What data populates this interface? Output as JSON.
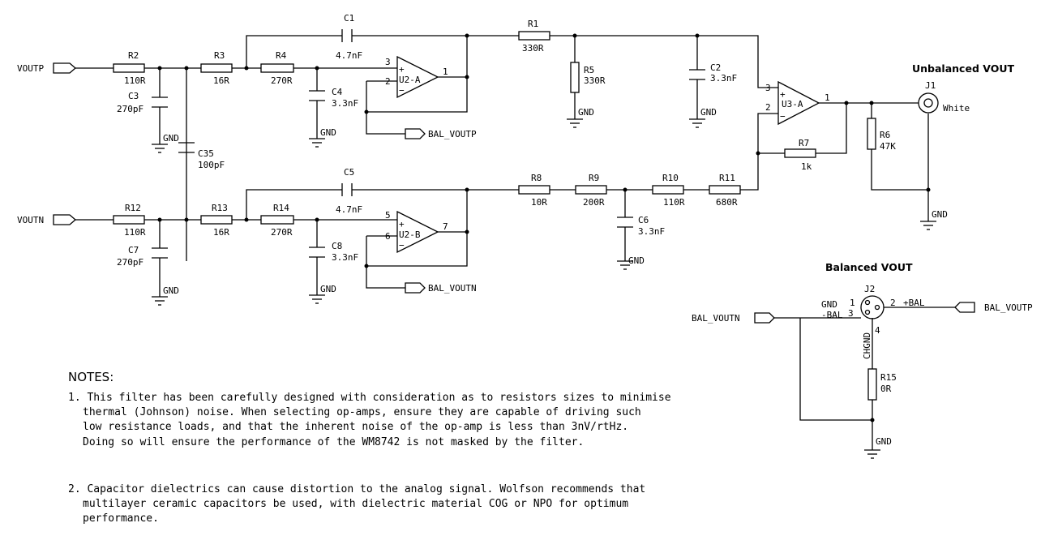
{
  "labels": {
    "voutp": "VOUTP",
    "voutn": "VOUTN",
    "bal_voutp": "BAL_VOUTP",
    "bal_voutn": "BAL_VOUTN",
    "gnd": "GND",
    "unbalanced_title": "Unbalanced VOUT",
    "balanced_title": "Balanced VOUT",
    "white": "White",
    "plus_bal": "+BAL",
    "minus_bal": "-BAL",
    "chgnd": "CHGND"
  },
  "components": {
    "R1": {
      "ref": "R1",
      "value": "330R"
    },
    "R2": {
      "ref": "R2",
      "value": "110R"
    },
    "R3": {
      "ref": "R3",
      "value": "16R"
    },
    "R4": {
      "ref": "R4",
      "value": "270R"
    },
    "R5": {
      "ref": "R5",
      "value": "330R"
    },
    "R6": {
      "ref": "R6",
      "value": "47K"
    },
    "R7": {
      "ref": "R7",
      "value": "1k"
    },
    "R8": {
      "ref": "R8",
      "value": "10R"
    },
    "R9": {
      "ref": "R9",
      "value": "200R"
    },
    "R10": {
      "ref": "R10",
      "value": "110R"
    },
    "R11": {
      "ref": "R11",
      "value": "680R"
    },
    "R12": {
      "ref": "R12",
      "value": "110R"
    },
    "R13": {
      "ref": "R13",
      "value": "16R"
    },
    "R14": {
      "ref": "R14",
      "value": "270R"
    },
    "R15": {
      "ref": "R15",
      "value": "0R"
    },
    "C1": {
      "ref": "C1",
      "value": "4.7nF"
    },
    "C2": {
      "ref": "C2",
      "value": "3.3nF"
    },
    "C3": {
      "ref": "C3",
      "value": "270pF"
    },
    "C4": {
      "ref": "C4",
      "value": "3.3nF"
    },
    "C5": {
      "ref": "C5",
      "value": "4.7nF"
    },
    "C6": {
      "ref": "C6",
      "value": "3.3nF"
    },
    "C7": {
      "ref": "C7",
      "value": "270pF"
    },
    "C8": {
      "ref": "C8",
      "value": "3.3nF"
    },
    "C35": {
      "ref": "C35",
      "value": "100pF"
    },
    "U2A": {
      "ref": "U2-A"
    },
    "U2B": {
      "ref": "U2-B"
    },
    "U3A": {
      "ref": "U3-A"
    },
    "J1": {
      "ref": "J1"
    },
    "J2": {
      "ref": "J2"
    }
  },
  "pins": {
    "u2a_in_p": "3",
    "u2a_in_n": "2",
    "u2a_out": "1",
    "u2b_in_p": "5",
    "u2b_in_n": "6",
    "u2b_out": "7",
    "u3a_in_p": "3",
    "u3a_in_n": "2",
    "u3a_out": "1",
    "j2_p1": "1",
    "j2_p2": "2",
    "j2_p3": "3",
    "j2_p4": "4"
  },
  "notes": {
    "heading": "NOTES:",
    "n1_l1": "1. This filter has been carefully designed with consideration as to resistors sizes to minimise",
    "n1_l2": "thermal (Johnson) noise.  When selecting op-amps, ensure they are capable of driving such",
    "n1_l3": "low resistance loads, and that the inherent noise of the op-amp is less than 3nV/rtHz.",
    "n1_l4": "Doing so will ensure the performance of the WM8742 is not masked by the filter.",
    "n2_l1": "2. Capacitor dielectrics can cause distortion to the analog signal.  Wolfson recommends that",
    "n2_l2": "multilayer ceramic capacitors be used, with dielectric material COG or NPO for optimum",
    "n2_l3": "performance."
  }
}
